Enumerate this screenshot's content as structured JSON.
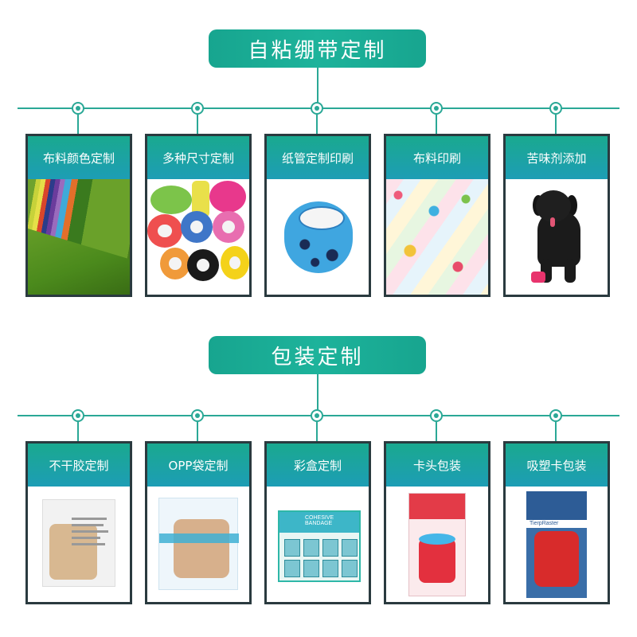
{
  "sections": [
    {
      "title": "自粘绷带定制",
      "cards": [
        {
          "label": "布料颜色定制"
        },
        {
          "label": "多种尺寸定制"
        },
        {
          "label": "纸管定制印刷"
        },
        {
          "label": "布料印刷"
        },
        {
          "label": "苦味剂添加"
        }
      ]
    },
    {
      "title": "包装定制",
      "cards": [
        {
          "label": "不干胶定制"
        },
        {
          "label": "OPP袋定制"
        },
        {
          "label": "彩盒定制"
        },
        {
          "label": "卡头包装"
        },
        {
          "label": "吸塑卡包装"
        }
      ]
    }
  ],
  "colors": {
    "accent": "#1db39b",
    "line": "#2aa896",
    "card_border": "#2a3a3f"
  },
  "product_texts": {
    "pkg_box_brand": "COHESIVE BANDAGE",
    "pkg_blister_brand": "TierpRaster"
  }
}
